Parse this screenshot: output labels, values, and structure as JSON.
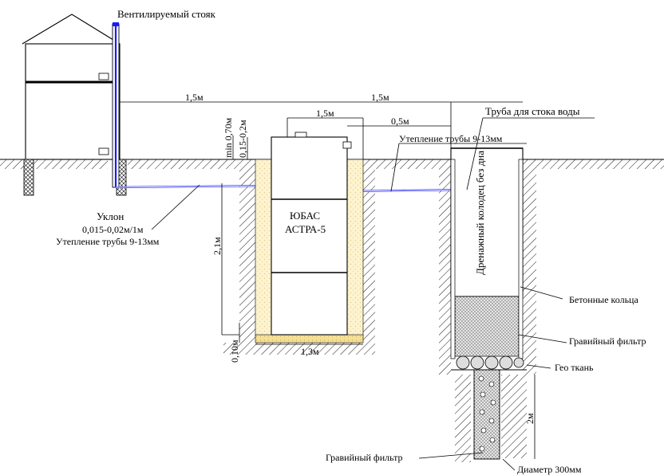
{
  "labels": {
    "vent_riser": "Вентилируемый стояк",
    "dist_house_tank": "1,5м",
    "dist_tank_well": "1,5м",
    "tank_width_top": "1,5м",
    "dist_0_5": "0,5м",
    "drain_pipe": "Труба для стока воды",
    "pipe_insulation_right": "Утепление трубы 9-13мм",
    "min_depth": "min 0,70м",
    "cover_height": "0,15-0,2м",
    "slope_title": "Уклон",
    "slope_value": "0,015-0,02м/1м",
    "pipe_insulation_left": "Утепление трубы 9-13мм",
    "tank_name_line1": "ЮБАС",
    "tank_name_line2": "АСТРА-5",
    "depth_total": "2,1м",
    "base_thickness": "0,10м",
    "base_width": "1,3м",
    "drain_well": "Дренажный колодец без дна",
    "concrete_rings": "Бетонные кольца",
    "gravel_filter_right": "Гравийный фильтр",
    "geo_fabric": "Гео ткань",
    "filter_depth": "2м",
    "gravel_filter_bottom": "Гравийный фильтр",
    "diameter": "Диаметр 300мм"
  },
  "colors": {
    "pipe": "#1a1aff",
    "sand": "#fdf3cf",
    "sand_dots": "#d9c27a",
    "base": "#f3df9a",
    "soil_hatch": "#000000",
    "gravel": "#c9c9c9"
  }
}
